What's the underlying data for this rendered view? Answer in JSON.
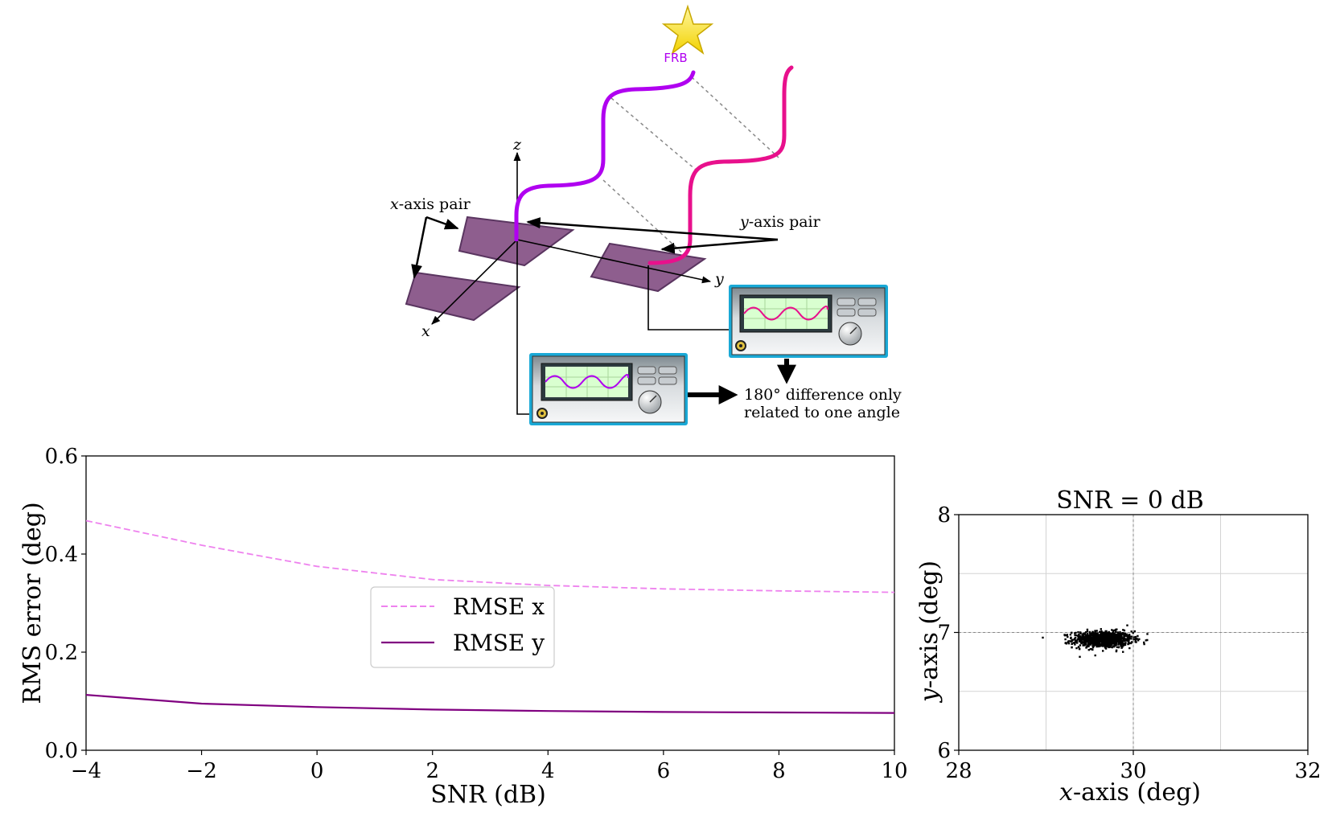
{
  "diagram": {
    "source_label": "FRB",
    "axes": {
      "x": "x",
      "y": "y",
      "z": "z"
    },
    "x_pair_label": {
      "var": "x",
      "rest": "-axis pair"
    },
    "y_pair_label": {
      "var": "y",
      "rest": "-axis pair"
    },
    "note_line1": "180° difference only",
    "note_line2": "related to one angle"
  },
  "colors": {
    "purple_wave": "#b000f0",
    "magenta_wave": "#e8108c",
    "antenna": "#8e5e8e",
    "rmse_x": "#ee82ee",
    "rmse_y": "#800080",
    "scope_frame": "#1aa9d6"
  },
  "chart_data": [
    {
      "type": "line",
      "xlabel": "SNR (dB)",
      "ylabel": "RMS error (deg)",
      "xlim": [
        -4,
        10
      ],
      "ylim": [
        0,
        0.6
      ],
      "xticks": [
        -4,
        -2,
        0,
        2,
        4,
        6,
        8,
        10
      ],
      "xtick_labels": [
        "−4",
        "−2",
        "0",
        "2",
        "4",
        "6",
        "8",
        "10"
      ],
      "yticks": [
        0,
        0.2,
        0.4,
        0.6
      ],
      "ytick_labels": [
        "0.0",
        "0.2",
        "0.4",
        "0.6"
      ],
      "grid": false,
      "legend": "center",
      "x": [
        -4,
        -2,
        0,
        2,
        4,
        6,
        8,
        10
      ],
      "series": [
        {
          "name": "RMSE x",
          "style": "dashed",
          "values": [
            0.468,
            0.418,
            0.375,
            0.348,
            0.336,
            0.329,
            0.325,
            0.322
          ]
        },
        {
          "name": "RMSE y",
          "style": "solid",
          "values": [
            0.113,
            0.095,
            0.088,
            0.083,
            0.08,
            0.078,
            0.077,
            0.076
          ]
        }
      ]
    },
    {
      "type": "scatter",
      "title": "SNR = 0 dB",
      "xlabel": {
        "var": "x",
        "rest": "-axis (deg)"
      },
      "ylabel": {
        "var": "y",
        "rest": "-axis (deg)"
      },
      "xlim": [
        28,
        32
      ],
      "ylim": [
        6,
        8
      ],
      "xticks": [
        28,
        30,
        32
      ],
      "yticks": [
        6,
        7,
        8
      ],
      "grid": true,
      "reference_point": [
        30,
        7
      ],
      "cluster": {
        "center": [
          29.65,
          6.94
        ],
        "sd_x": 0.17,
        "sd_y": 0.035,
        "n": 900
      }
    }
  ]
}
